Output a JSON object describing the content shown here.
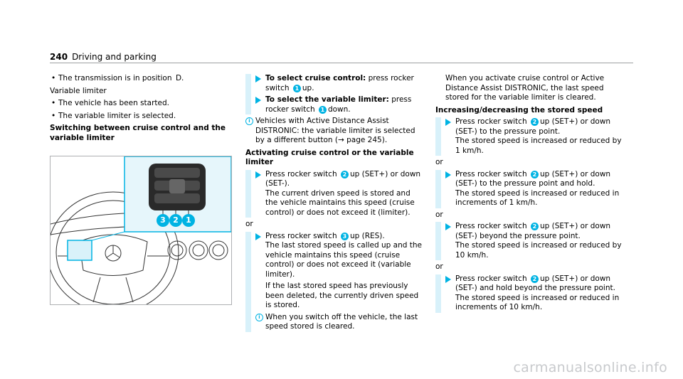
{
  "header": {
    "page_number": "240",
    "section": "Driving and parking"
  },
  "col1": {
    "bullet_transmission": "The transmission is in position  D.",
    "variable_limiter_label": "Variable limiter",
    "bullet_started": "The vehicle has been started.",
    "bullet_selected": "The variable limiter is selected.",
    "heading_switching": "Switching between cruise control and the variable limiter"
  },
  "illustration": {
    "callouts": [
      "3",
      "2",
      "1"
    ]
  },
  "col2": {
    "step1_bold": "To select cruise control:",
    "step1_text": "press rocker switch",
    "step1_end": "up.",
    "step2_bold": "To select the variable limiter:",
    "step2_text": "press rocker switch",
    "step2_end": "down.",
    "note1": "Vehicles with Active Distance Assist DISTRONIC: the variable limiter is selected by a different button (→ page 245).",
    "heading_activating": "Activating cruise control or the variable limiter",
    "action1_a": "Press rocker switch",
    "action1_b": "up (SET+) or down (SET-).",
    "action1_c": "The current driven speed is stored and the vehicle maintains this speed (cruise control) or does not exceed it (limiter).",
    "or": "or",
    "action2_a": "Press rocker switch",
    "action2_b": "up (RES).",
    "action2_c": "The last stored speed is called up and the vehicle maintains this speed (cruise control) or does not exceed it (variable limiter).",
    "action2_d": "If the last stored speed has previously been deleted, the currently driven speed is stored.",
    "note2": "When you switch off the vehicle, the last speed stored is cleared."
  },
  "col3": {
    "top_para": "When you activate cruise control or Active Distance Assist DISTRONIC, the last speed stored for the variable limiter is cleared.",
    "heading": "Increasing/decreasing the stored speed",
    "a1_a": "Press rocker switch",
    "a1_b": "up (SET+) or down (SET-) to the pressure point.",
    "a1_c": "The stored speed is increased or reduced by 1 km/h.",
    "a2_a": "Press rocker switch",
    "a2_b": "up (SET+) or down (SET-) to the pressure point and hold.",
    "a2_c": "The stored speed is increased or reduced in increments of 1 km/h.",
    "a3_a": "Press rocker switch",
    "a3_b": "up (SET+) or down (SET-) beyond the pressure point.",
    "a3_c": "The stored speed is increased or reduced by 10 km/h.",
    "a4_a": "Press rocker switch",
    "a4_b": "up (SET+) or down (SET-) and hold beyond the pressure point.",
    "a4_c": "The stored speed is increased or reduced in increments of 10 km/h.",
    "or": "or"
  },
  "nums": {
    "one": "1",
    "two": "2",
    "three": "3"
  },
  "watermark": "carmanualsonline.info",
  "colors": {
    "accent": "#00b3e3",
    "panel": "#e6f6fb"
  }
}
